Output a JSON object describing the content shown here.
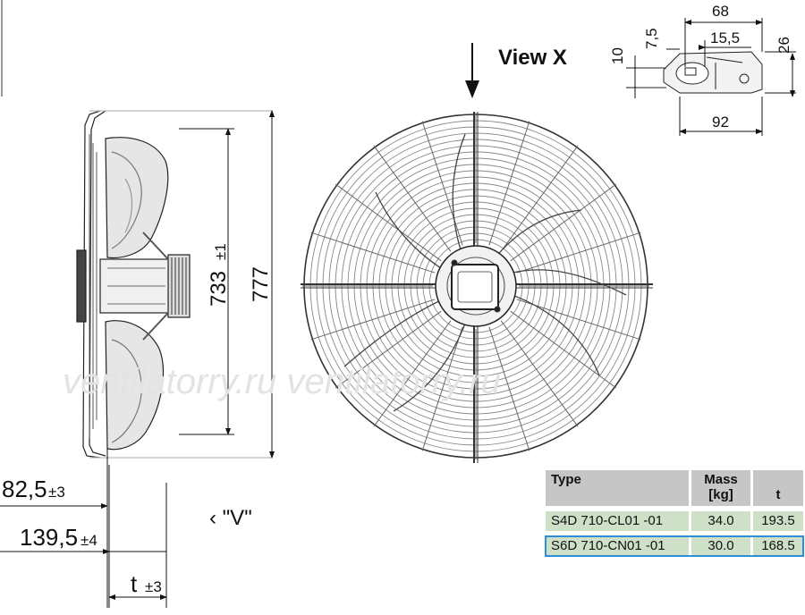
{
  "view_label": "View X",
  "v_label": "‹ \"V\"",
  "dims": {
    "d733": "733",
    "d733_tol": "±1",
    "d777": "777",
    "d82_5": "82,5",
    "d82_5_tol": "±3",
    "d139_5": "139,5",
    "d139_5_tol": "±4",
    "t": "t",
    "t_tol": "±3",
    "d68": "68",
    "d7_5": "7,5",
    "d15_5": "15,5",
    "d10": "10",
    "d26": "26",
    "d92": "92"
  },
  "watermark": "ventilatorry.ru   ventilatorry.ru",
  "table": {
    "headers": {
      "type": "Type",
      "mass": "Mass",
      "mass_unit": "[kg]",
      "t": "t"
    },
    "rows": [
      {
        "type": "S4D 710-CL01 -01",
        "mass": "34.0",
        "t": "193.5"
      },
      {
        "type": "S6D 710-CN01 -01",
        "mass": "30.0",
        "t": "168.5"
      }
    ]
  },
  "colors": {
    "line": "#222222",
    "highlight": "#2e8fd6",
    "row_bg": "#cfe0c8",
    "header_bg": "#c6c6c6"
  }
}
